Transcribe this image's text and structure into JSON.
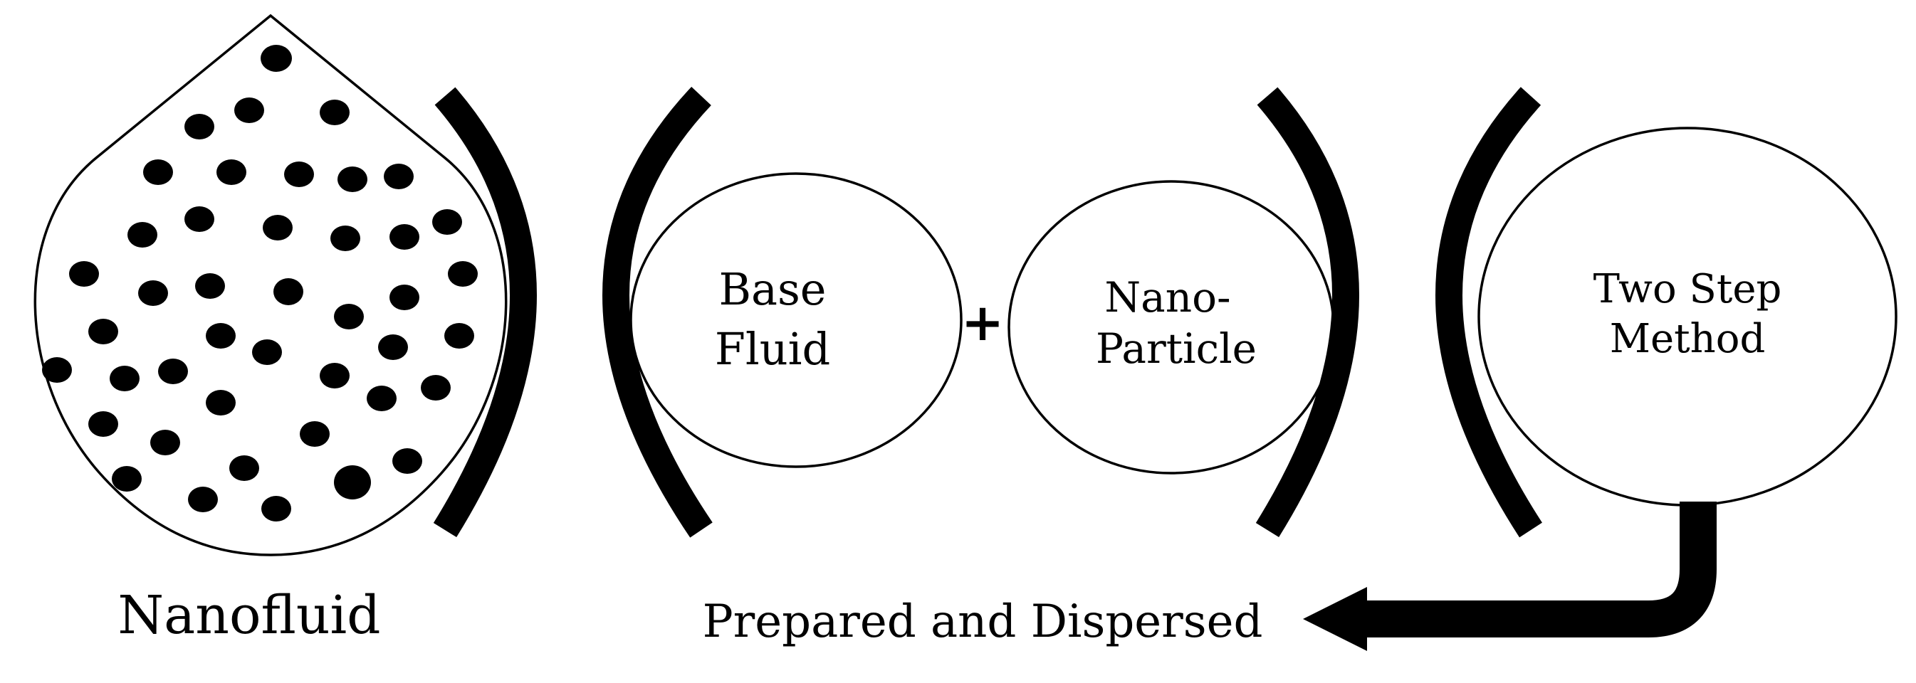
{
  "nodes": {
    "nanofluid": {
      "label": "Nanofluid"
    },
    "base_fluid": {
      "line1": "Base",
      "line2": "Fluid"
    },
    "plus": {
      "label": "+"
    },
    "nano_particle": {
      "line1": "Nano-",
      "line2": "Particle"
    },
    "two_step": {
      "line1": "Two Step",
      "line2": "Method"
    }
  },
  "arrow": {
    "label": "Prepared and Dispersed"
  },
  "colors": {
    "ink": "#000000",
    "background": "#ffffff"
  }
}
